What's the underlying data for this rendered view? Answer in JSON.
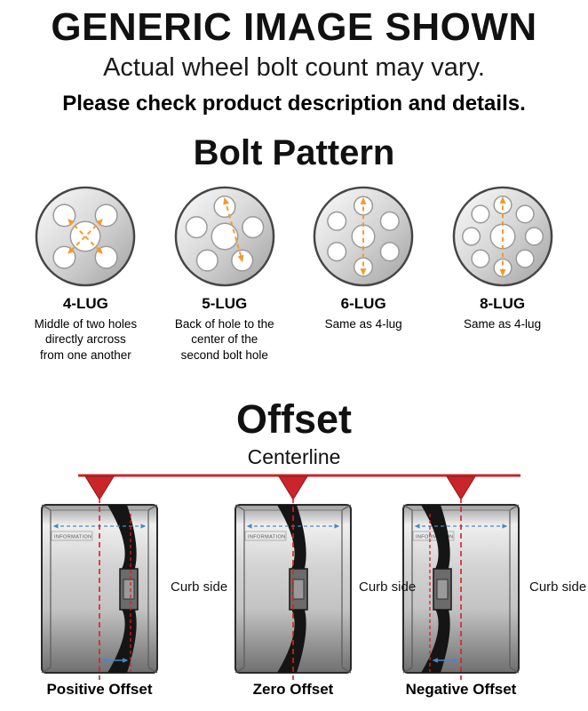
{
  "header": {
    "title": "GENERIC IMAGE SHOWN",
    "subtitle": "Actual wheel bolt count may vary.",
    "note": "Please check product description and details."
  },
  "bolt_pattern": {
    "title": "Bolt Pattern",
    "items": [
      {
        "label": "4-LUG",
        "description": "Middle of two holes directly arcross from one another"
      },
      {
        "label": "5-LUG",
        "description": "Back of hole to the center of the second bolt hole"
      },
      {
        "label": "6-LUG",
        "description": "Same as 4-lug"
      },
      {
        "label": "8-LUG",
        "description": "Same as 4-lug"
      }
    ]
  },
  "offset": {
    "title": "Offset",
    "centerline_label": "Centerline",
    "curb_side_label": "Curb side",
    "rim_text": "INFORMATION",
    "items": [
      {
        "label": "Positive Offset"
      },
      {
        "label": "Zero Offset"
      },
      {
        "label": "Negative Offset"
      }
    ]
  },
  "colors": {
    "accent_red": "#c9252b",
    "dash_orange": "#f29a2e",
    "dimension_blue": "#4a86c8"
  }
}
